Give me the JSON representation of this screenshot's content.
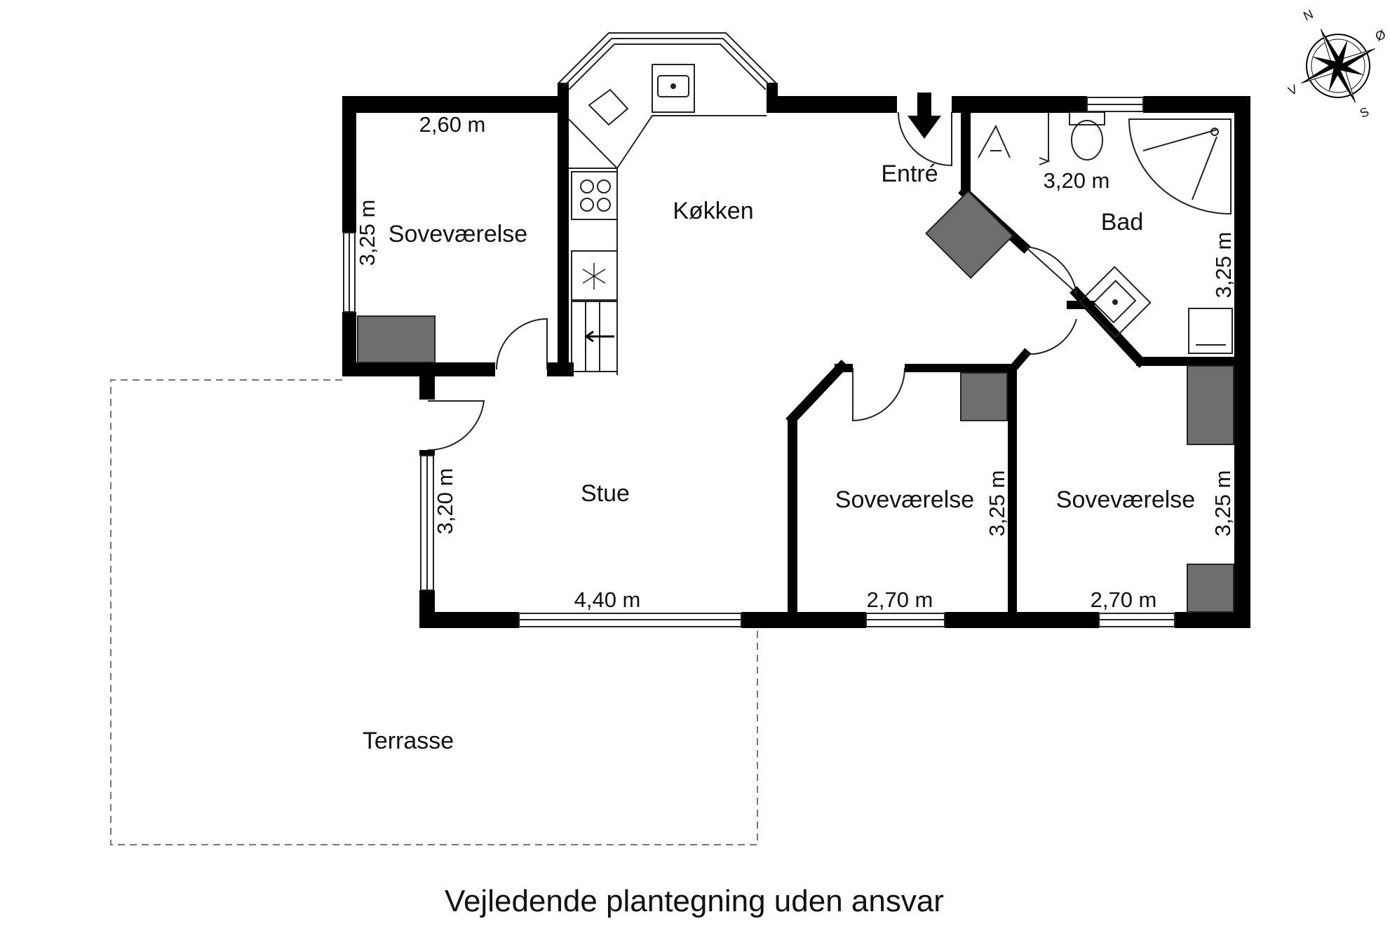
{
  "rooms": {
    "bedroom_left": "Soveværelse",
    "kitchen": "Køkken",
    "entry": "Entré",
    "bath": "Bad",
    "living": "Stue",
    "bedroom_middle": "Soveværelse",
    "bedroom_right": "Soveværelse",
    "terrace": "Terrasse"
  },
  "dimensions": {
    "bedroom_left_width": "2,60 m",
    "bedroom_left_depth": "3,25 m",
    "bath_width": "3,20 m",
    "bath_depth": "3,25 m",
    "living_depth": "3,20 m",
    "living_width": "4,40 m",
    "bedroom_middle_depth": "3,25 m",
    "bedroom_middle_width": "2,70 m",
    "bedroom_right_depth": "3,25 m",
    "bedroom_right_width": "2,70 m"
  },
  "compass": {
    "north": "N",
    "east": "Ø",
    "south": "S",
    "west": "V"
  },
  "caption": "Vejledende plantegning uden ansvar",
  "colors": {
    "wall": "#000000",
    "furniture": "#6e6e6e",
    "line": "#222222"
  }
}
